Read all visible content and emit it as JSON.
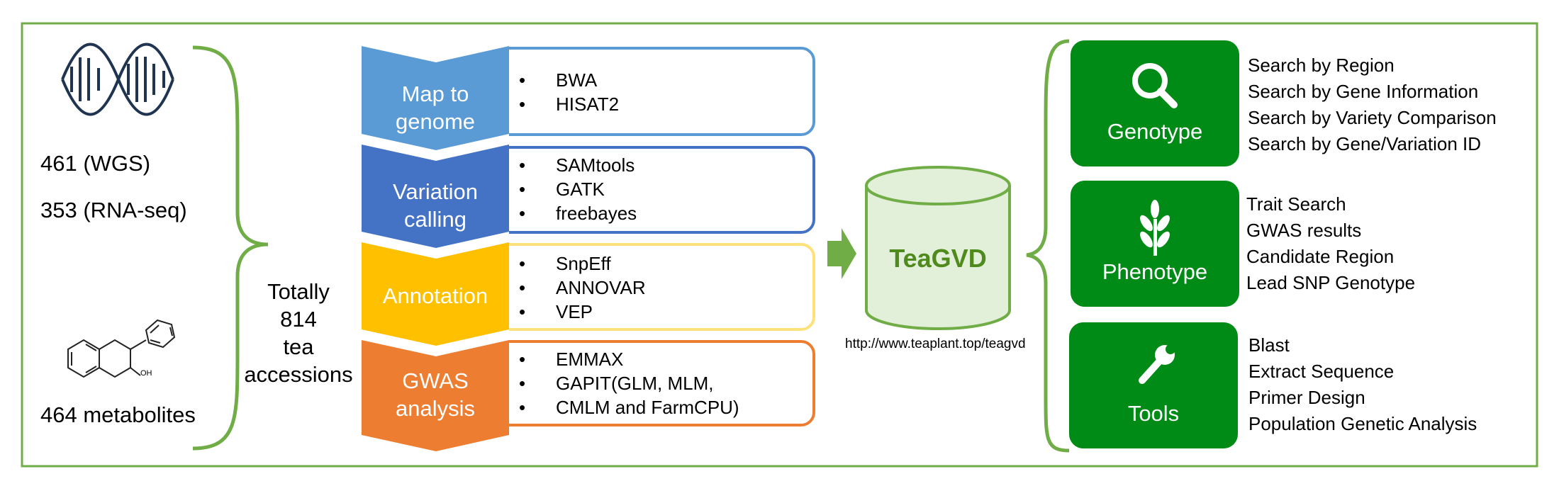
{
  "sources": {
    "wgs": "461 (WGS)",
    "rnaseq": "353 (RNA-seq)",
    "metabolites": "464 metabolites",
    "metabolite_oh_label": "OH"
  },
  "total": {
    "line1": "Totally",
    "line2": "814",
    "line3": "tea",
    "line4": "accessions"
  },
  "pipeline": [
    {
      "label_line1": "Map to",
      "label_line2": "genome",
      "color": "#5b9bd5",
      "border": "#5b9bd5",
      "tools": [
        "BWA",
        "HISAT2"
      ]
    },
    {
      "label_line1": "Variation",
      "label_line2": "calling",
      "color": "#4472c4",
      "border": "#4472c4",
      "tools": [
        "SAMtools",
        "GATK",
        "freebayes"
      ]
    },
    {
      "label_line1": "Annotation",
      "label_line2": "",
      "color": "#ffc000",
      "border": "#ffe17a",
      "tools": [
        "SnpEff",
        "ANNOVAR",
        "VEP"
      ]
    },
    {
      "label_line1": "GWAS",
      "label_line2": "analysis",
      "color": "#ed7d31",
      "border": "#ed7d31",
      "tools": [
        "EMMAX",
        "GAPIT(GLM, MLM,",
        "CMLM and FarmCPU)"
      ]
    }
  ],
  "database": {
    "name": "TeaGVD",
    "url": "http://www.teaplant.top/teagvd"
  },
  "modules": [
    {
      "name": "Genotype",
      "icon": "search-icon",
      "features": [
        "Search by Region",
        "Search by Gene Information",
        "Search by Variety Comparison",
        "Search by Gene/Variation ID"
      ]
    },
    {
      "name": "Phenotype",
      "icon": "wheat-icon",
      "features": [
        "Trait Search",
        "GWAS results",
        "Candidate Region",
        "Lead SNP Genotype"
      ]
    },
    {
      "name": "Tools",
      "icon": "wrench-icon",
      "features": [
        "Blast",
        "Extract Sequence",
        "Primer Design",
        "Population Genetic Analysis"
      ]
    }
  ],
  "colors": {
    "frame": "#70ad47",
    "brace": "#70ad47",
    "module_green": "#008a16",
    "db_fill": "#e2efd9",
    "db_text": "#4e8a1c"
  }
}
